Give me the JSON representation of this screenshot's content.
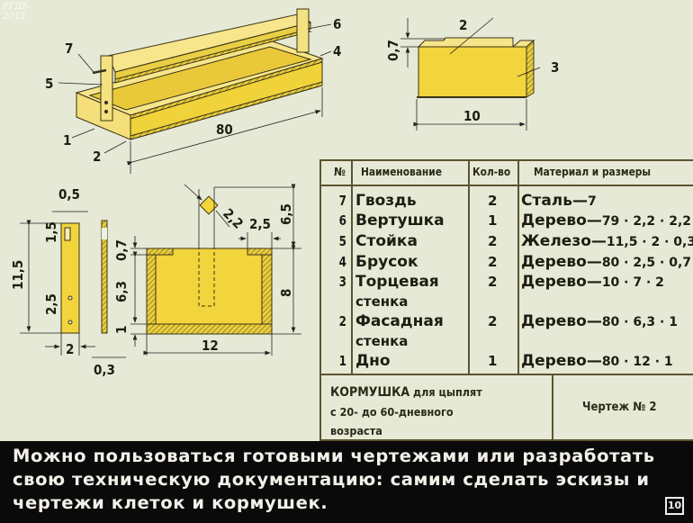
{
  "watermark": {
    "line1": "РГДБ",
    "line2": "2015"
  },
  "drawings": {
    "isometric": {
      "part7": "7",
      "part5": "5",
      "part1": "1",
      "part2": "2",
      "length": "80",
      "part6": "6",
      "part4": "4"
    },
    "end_wall": {
      "part2": "2",
      "height_step": "0,7",
      "part3": "3",
      "width": "10"
    },
    "post": {
      "width_top": "0,5",
      "slot": "1,5",
      "hole_spacing": "2,5",
      "height": "11,5",
      "width": "2",
      "thickness": "0,3"
    },
    "section": {
      "roller": "2,2",
      "rim": "2,5",
      "post_above": "6,5",
      "rim_height": "0,7",
      "wall_height": "6,3",
      "bottom": "1",
      "total_height": "8",
      "width": "12"
    }
  },
  "table": {
    "headers": {
      "no": "№",
      "name": "Наименование",
      "qty": "Кол-во",
      "material": "Материал и размеры"
    },
    "rows": [
      {
        "no": "7",
        "name": "Гвоздь",
        "name2": "",
        "qty": "2",
        "material": "Сталь",
        "dims": "7"
      },
      {
        "no": "6",
        "name": "Вертушка",
        "name2": "",
        "qty": "1",
        "material": "Дерево",
        "dims": "79 · 2,2 · 2,2"
      },
      {
        "no": "5",
        "name": "Стойка",
        "name2": "",
        "qty": "2",
        "material": "Железо",
        "dims": "11,5 · 2 · 0,3"
      },
      {
        "no": "4",
        "name": "Брусок",
        "name2": "",
        "qty": "2",
        "material": "Дерево",
        "dims": "80 · 2,5 · 0,7"
      },
      {
        "no": "3",
        "name": "Торцевая",
        "name2": "стенка",
        "qty": "2",
        "material": "Дерево",
        "dims": "10 · 7 · 2"
      },
      {
        "no": "2",
        "name": "Фасадная",
        "name2": "стенка",
        "qty": "2",
        "material": "Дерево",
        "dims": "80 · 6,3 · 1"
      },
      {
        "no": "1",
        "name": "Дно",
        "name2": "",
        "qty": "1",
        "material": "Дерево",
        "dims": "80 · 12 · 1"
      }
    ],
    "footer": {
      "title_bold": "КОРМУШКА",
      "title_rest": "для цыплят",
      "line2": "с 20- до 60-дневного",
      "line3": "возраста",
      "drawing_no": "Чертеж № 2"
    }
  },
  "caption": {
    "line1": "Можно пользоваться готовыми чертежами или разработать",
    "line2": "свою техническую документацию: самим сделать эскизы и",
    "line3": "чертежи клеток и кормушек.",
    "frame_no": "10"
  },
  "colors": {
    "wood": "#f2d94a",
    "line": "#2a2614",
    "paper": "#e6e9d6"
  }
}
